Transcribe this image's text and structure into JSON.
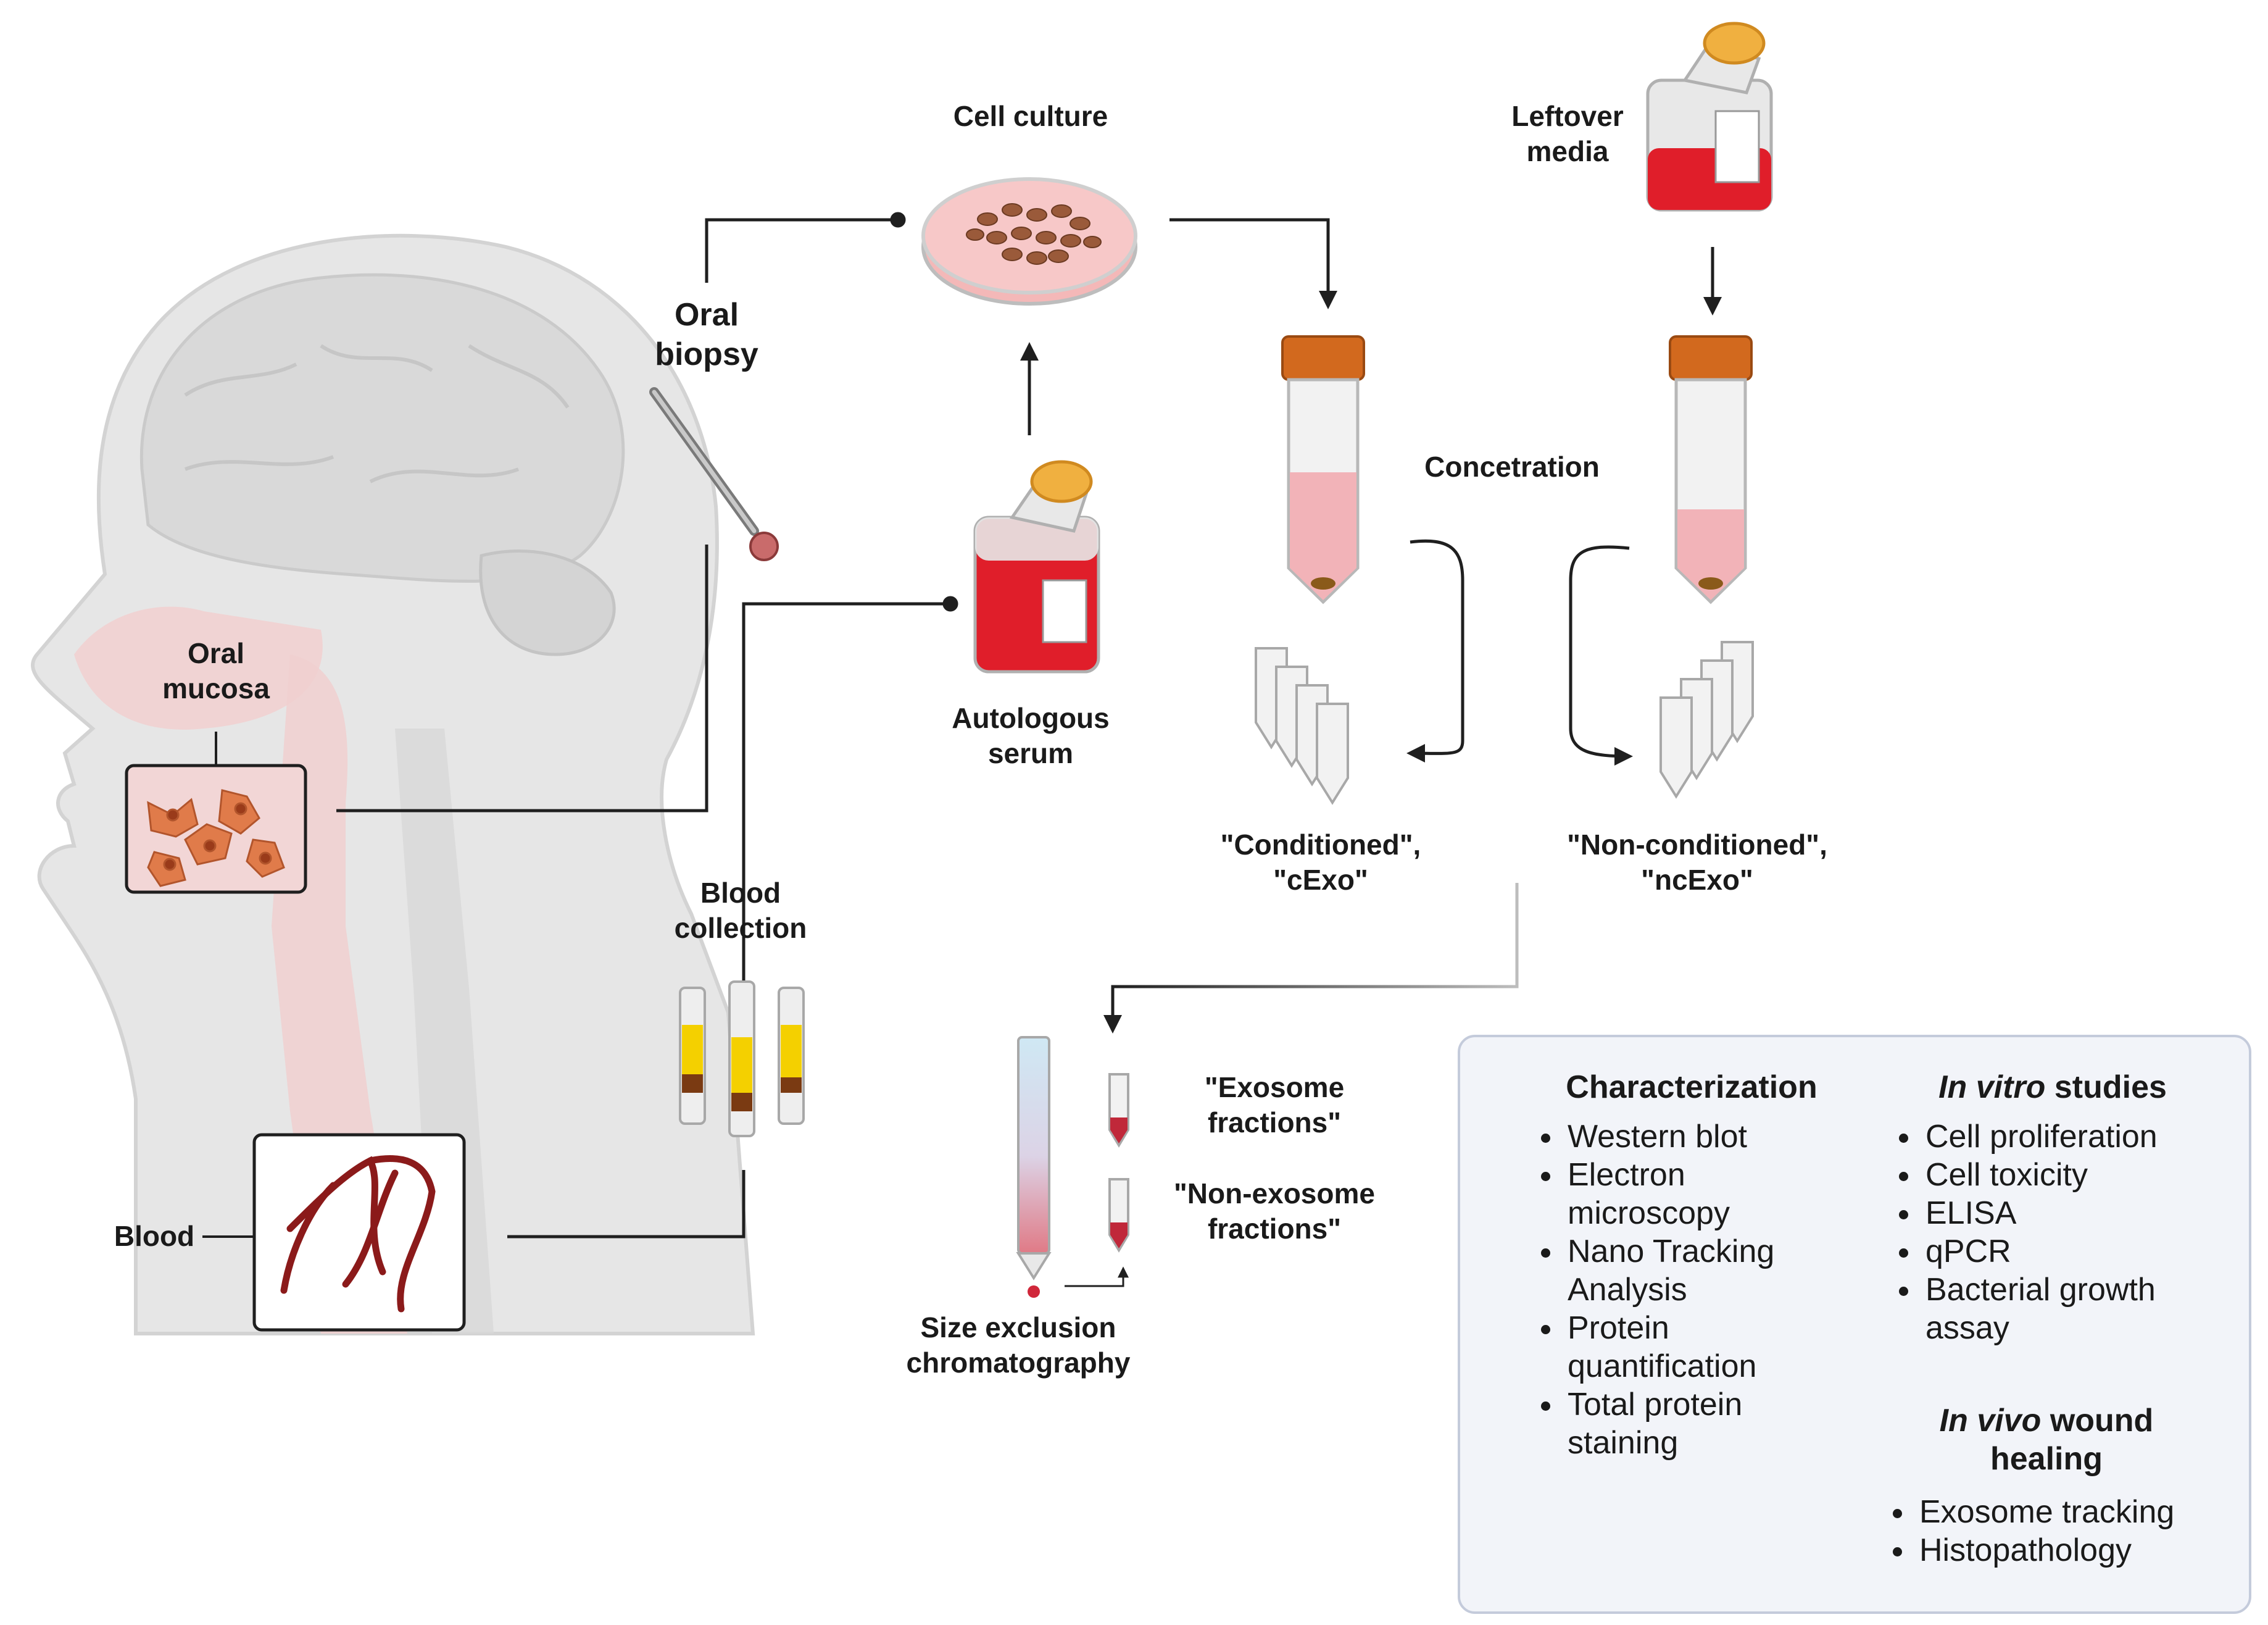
{
  "labels": {
    "cell_culture": "Cell culture",
    "leftover_media": [
      "Leftover",
      "media"
    ],
    "oral_biopsy": [
      "Oral",
      "biopsy"
    ],
    "concentration": "Concetration",
    "oral_mucosa": [
      "Oral",
      "mucosa"
    ],
    "autologous_serum": [
      "Autologous",
      "serum"
    ],
    "conditioned": [
      "\"Conditioned\",",
      "\"cExo\""
    ],
    "non_conditioned": [
      "\"Non-conditioned\",",
      "\"ncExo\""
    ],
    "blood_collection": [
      "Blood",
      "collection"
    ],
    "blood": "Blood",
    "exosome_fractions": [
      "\"Exosome",
      "fractions\""
    ],
    "non_exosome_fractions": [
      "\"Non-exosome",
      "fractions\""
    ],
    "size_exclusion": [
      "Size exclusion",
      "chromatography"
    ]
  },
  "panel": {
    "characterization": {
      "title": "Characterization",
      "items": [
        "Western blot",
        "Electron microscopy",
        "Nano Tracking Analysis",
        "Protein quantification",
        "Total protein staining"
      ]
    },
    "in_vitro": {
      "title_italic": "In vitro",
      "title_rest": " studies",
      "items": [
        "Cell proliferation",
        "Cell toxicity",
        "ELISA",
        "qPCR",
        "Bacterial growth assay"
      ]
    },
    "in_vivo": {
      "title_italic": "In vivo",
      "title_rest": " wound healing",
      "items": [
        "Exosome tracking",
        "Histopathology"
      ]
    }
  },
  "colors": {
    "line": "#1f1f1f",
    "head_fill": "#e4e4e4",
    "mucosa_pink": "#efc4c4",
    "tube_cap": "#d2691e",
    "tube_liquid": "#f2b3b8",
    "flask_red": "#e01e2a",
    "vessel_red": "#8b1a1a",
    "panel_bg": "#f2f4f9",
    "panel_border": "#c4cbdb"
  }
}
